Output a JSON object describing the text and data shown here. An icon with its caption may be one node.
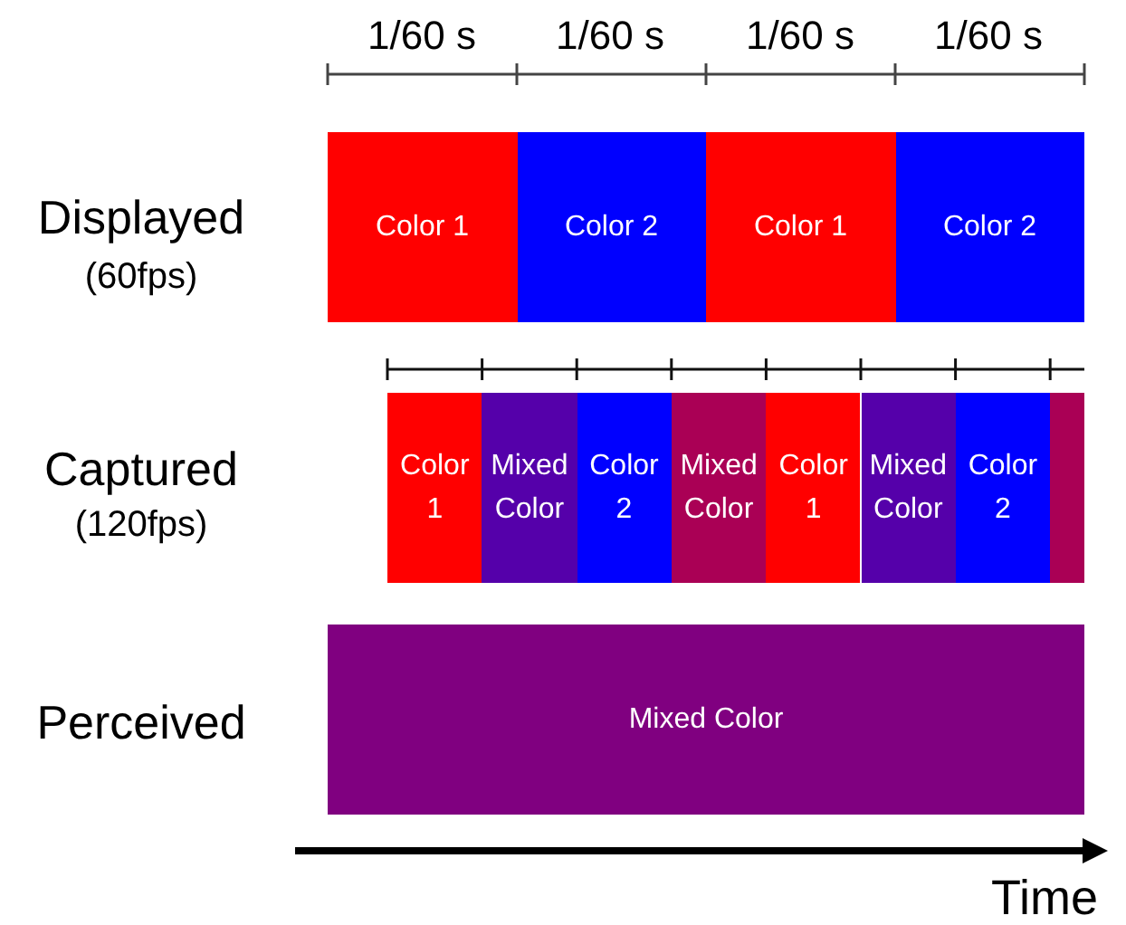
{
  "diagram": {
    "nodes": [
      {
        "text": [
          "Color 1"
        ]
      },
      {
        "text": [
          "Color 2"
        ]
      },
      {
        "text": [
          "Color 1"
        ]
      },
      {
        "text": [
          "Color 2"
        ]
      },
      {
        "text": [
          "Color 1"
        ]
      },
      {
        "text": [
          "Mixed Color"
        ]
      },
      {
        "text": [
          "Color 2"
        ]
      },
      {
        "text": [
          "Mixed Color"
        ]
      },
      {
        "text": [
          "Color 1"
        ]
      },
      {
        "text": [
          "Mixed Color"
        ]
      },
      {
        "text": [
          "Color 2"
        ]
      },
      {
        "text": [],
        "shape": "box"
      },
      {
        "text": [
          "Mixed Color"
        ]
      }
    ],
    "labels": [
      "1/60 s",
      "1/60 s",
      "1/60 s",
      "1/60 s",
      "Displayed",
      "(60fps)",
      "Captured",
      "(120fps)",
      "Perceived",
      "Time"
    ]
  }
}
